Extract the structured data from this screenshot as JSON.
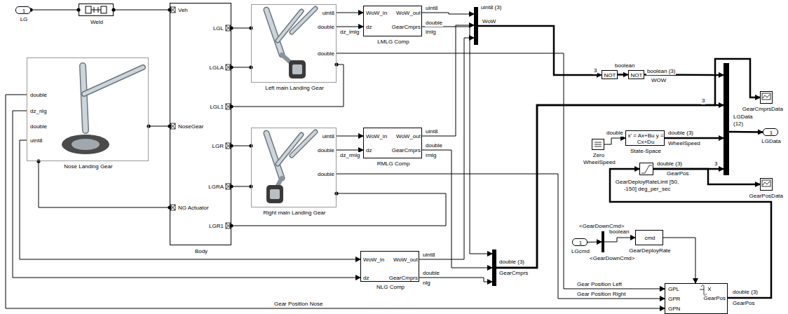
{
  "diagram": {
    "nodes": [
      {
        "text": [
          "1",
          "LG"
        ]
      },
      {
        "text": [
          "Weld"
        ]
      },
      {
        "text": [
          "Veh",
          "NoseGear",
          "NG Actuator",
          "LGL",
          "LGLA",
          "LGL1",
          "LGR",
          "LGRA",
          "LGR1",
          "Body"
        ]
      },
      {
        "text": [
          "uint8",
          "double",
          "double",
          "Left main Landing Gear"
        ]
      },
      {
        "text": [
          "uint8",
          "double",
          "double",
          "Right main Landing Gear"
        ]
      },
      {
        "text": [
          "double",
          "dz_nlg",
          "double",
          "uint8",
          "Nose Landing Gear"
        ]
      },
      {
        "text": [
          "WoW_in",
          "dz",
          "WoW_out",
          "GearCmprs",
          "LMLG Comp"
        ]
      },
      {
        "text": [
          "WoW_in",
          "dz",
          "WoW_out",
          "GearCmprs",
          "RMLG Comp"
        ]
      },
      {
        "text": [
          "WoW_in",
          "dz",
          "WoW_out",
          "GearCmprs",
          "NLG Comp"
        ]
      },
      {
        "text": [
          "uint8 (3)",
          "WoW"
        ]
      },
      {
        "text": [
          "double (3)",
          "GearCmprs"
        ]
      },
      {
        "text": [
          "NOT"
        ]
      },
      {
        "text": [
          "NOT"
        ]
      },
      {
        "text": [
          "LGData (12)"
        ]
      },
      {
        "text": [
          "1",
          "LGData"
        ]
      },
      {
        "text": [
          "GearCmprsData"
        ]
      },
      {
        "text": [
          "Zero WheelSpeed"
        ]
      },
      {
        "text": [
          "x' = Ax+Bu y = Cx+Du",
          "State-Space"
        ]
      },
      {
        "text": [
          "GearDeployRateLimt [50, -150] deg_per_sec"
        ]
      },
      {
        "text": [
          "GearPosData"
        ]
      },
      {
        "text": [
          "1",
          "LGcmd"
        ]
      },
      {
        "text": [
          "<GearDownCmd>"
        ]
      },
      {
        "text": [
          "cmd",
          "GearDeployRate"
        ]
      },
      {
        "text": [
          "GPL",
          "GPR",
          "GPN",
          "GearPos"
        ]
      }
    ],
    "edges": [
      {
        "from": 0,
        "to": 1,
        "arrow": "none"
      },
      {
        "from": 1,
        "to": 2,
        "arrow": "none"
      },
      {
        "from": 2,
        "to": 3,
        "arrow": "none"
      },
      {
        "from": 3,
        "to": 2,
        "arrow": "none"
      },
      {
        "from": 2,
        "to": 3,
        "arrow": "none"
      },
      {
        "from": 2,
        "to": 4,
        "arrow": "none"
      },
      {
        "from": 4,
        "to": 2,
        "arrow": "none"
      },
      {
        "from": 2,
        "to": 4,
        "arrow": "none"
      },
      {
        "from": 2,
        "to": 5,
        "arrow": "none"
      },
      {
        "from": 3,
        "to": 6,
        "arrow": "to"
      },
      {
        "from": 3,
        "to": 6,
        "arrow": "to",
        "label": "dz_lmlg"
      },
      {
        "from": 6,
        "to": 9,
        "arrow": "to"
      },
      {
        "from": 7,
        "to": 9,
        "arrow": "to"
      },
      {
        "from": 8,
        "to": 9,
        "arrow": "to"
      },
      {
        "from": 6,
        "to": 10,
        "arrow": "to",
        "label": "lmlg"
      },
      {
        "from": 7,
        "to": 10,
        "arrow": "to",
        "label": "rmlg"
      },
      {
        "from": 8,
        "to": 10,
        "arrow": "to",
        "label": "nlg"
      },
      {
        "from": 4,
        "to": 7,
        "arrow": "to"
      },
      {
        "from": 4,
        "to": 7,
        "arrow": "to",
        "label": "dz_rmlg"
      },
      {
        "from": 5,
        "to": 8,
        "arrow": "to"
      },
      {
        "from": 5,
        "to": 8,
        "arrow": "to"
      },
      {
        "from": 5,
        "to": 2,
        "arrow": "none"
      },
      {
        "from": 9,
        "to": 11,
        "arrow": "to"
      },
      {
        "from": 11,
        "to": 12,
        "arrow": "to"
      },
      {
        "from": 12,
        "to": 13,
        "arrow": "to",
        "label": "WOW"
      },
      {
        "from": 10,
        "to": 13,
        "arrow": "to"
      },
      {
        "from": 13,
        "to": 14,
        "arrow": "to"
      },
      {
        "from": 10,
        "to": 15,
        "arrow": "to"
      },
      {
        "from": 16,
        "to": 17,
        "arrow": "to"
      },
      {
        "from": 17,
        "to": 13,
        "arrow": "to",
        "label": "WheelSpeed"
      },
      {
        "from": 18,
        "to": 13,
        "arrow": "to",
        "label": "GearPos"
      },
      {
        "from": 18,
        "to": 19,
        "arrow": "to"
      },
      {
        "from": 20,
        "to": 21,
        "arrow": "to"
      },
      {
        "from": 21,
        "to": 22,
        "arrow": "to",
        "label": "<GearDownCmd>"
      },
      {
        "from": 22,
        "to": 23,
        "arrow": "to"
      },
      {
        "from": 23,
        "to": 18,
        "arrow": "to",
        "label": "GearPos"
      },
      {
        "from": 3,
        "to": 23,
        "arrow": "to",
        "label": "Gear Position Left"
      },
      {
        "from": 4,
        "to": 23,
        "arrow": "to",
        "label": "Gear Position Right"
      },
      {
        "from": 5,
        "to": 23,
        "arrow": "to",
        "label": "Gear Position Nose"
      }
    ],
    "labels": [
      "uint8",
      "double",
      "uint8",
      "double",
      "uint8",
      "double",
      "3",
      "boolean",
      "boolean (3)",
      "double",
      "double (3)",
      "double (3)",
      "3",
      "3",
      "boolean",
      "double (3)"
    ]
  }
}
